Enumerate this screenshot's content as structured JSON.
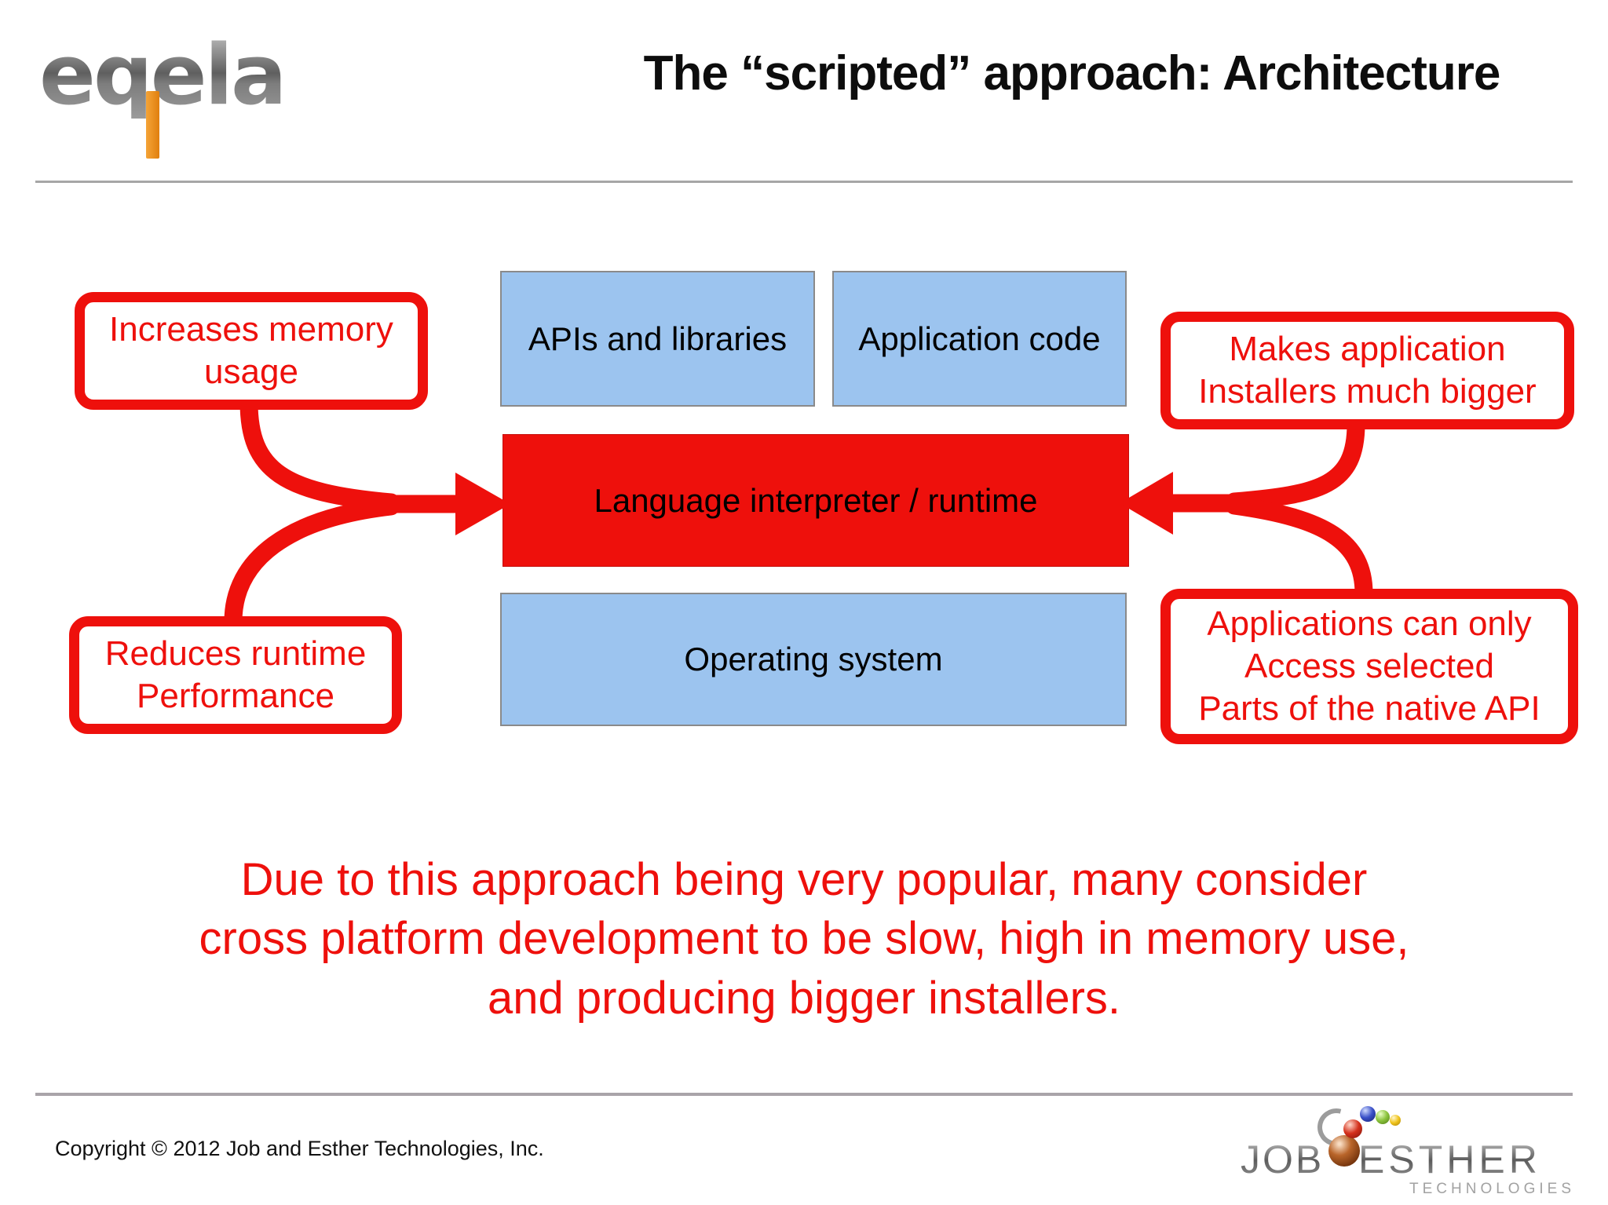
{
  "slide": {
    "title": "The “scripted” approach: Architecture"
  },
  "logos": {
    "eqela": {
      "text": "eqela",
      "bar_color": "#e8881a"
    },
    "jobesther": {
      "job": "JOB",
      "esther": "ESTHER",
      "technologies": "TECHNOLOGIES",
      "sphere_colors": [
        "#b9652a",
        "#d4311c",
        "#3a50c8",
        "#8cc43e",
        "#f0c41c"
      ]
    }
  },
  "diagram": {
    "layers": [
      {
        "id": "apis",
        "label": "APIs and libraries",
        "fill": "#9cc4ef"
      },
      {
        "id": "application-code",
        "label": "Application code",
        "fill": "#9cc4ef"
      },
      {
        "id": "interpreter",
        "label": "Language interpreter / runtime",
        "fill": "#ee100c"
      },
      {
        "id": "os",
        "label": "Operating system",
        "fill": "#9cc4ef"
      }
    ],
    "callouts": [
      {
        "id": "increases-memory",
        "lines": [
          "Increases memory",
          "usage"
        ]
      },
      {
        "id": "reduces-runtime",
        "lines": [
          "Reduces runtime",
          "Performance"
        ]
      },
      {
        "id": "installers-bigger",
        "lines": [
          "Makes application",
          "Installers much bigger"
        ]
      },
      {
        "id": "native-api",
        "lines": [
          "Applications can only",
          "Access selected",
          "Parts of the native API"
        ]
      }
    ]
  },
  "message": {
    "lines": [
      "Due to this approach being very popular, many consider",
      "cross platform development to be slow, high in memory use,",
      "and producing bigger installers."
    ]
  },
  "footer": {
    "copyright": "Copyright © 2012 Job and Esther Technologies, Inc."
  },
  "colors": {
    "accent_red": "#ee100c",
    "layer_blue": "#9cc4ef",
    "divider_gray": "#a6a6a6",
    "text_black": "#0d0d0d"
  }
}
